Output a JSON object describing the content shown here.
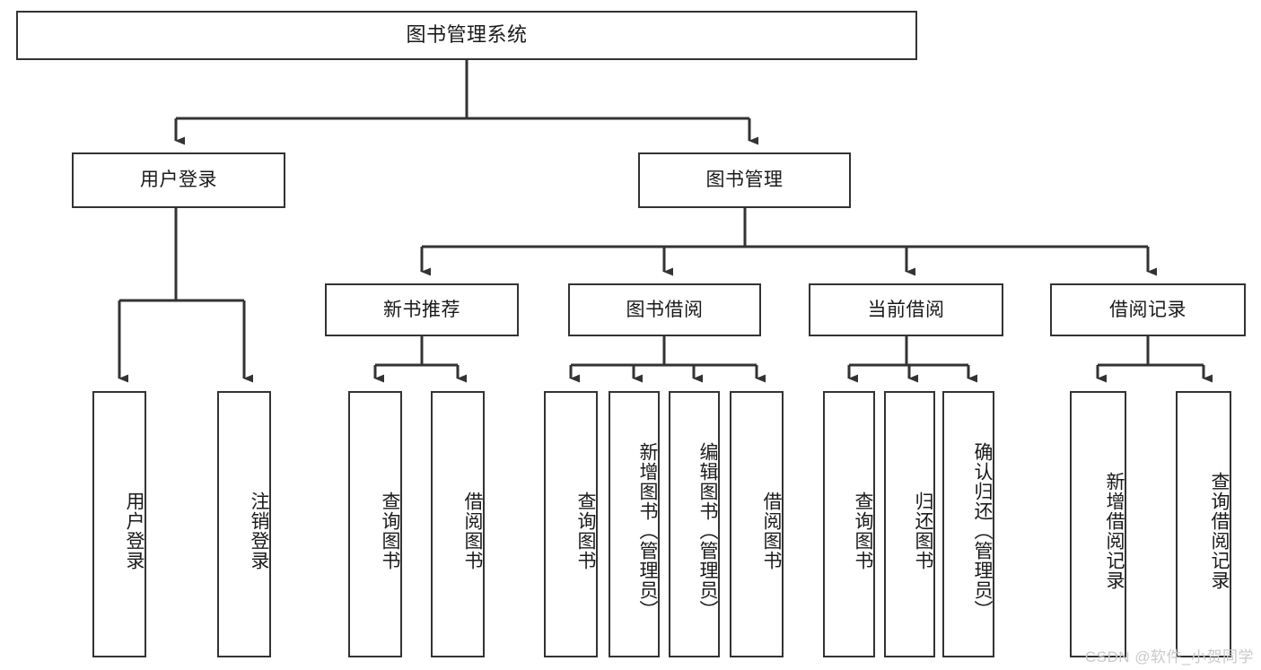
{
  "diagram": {
    "title": "图书管理系统",
    "watermark": "CSDN @软件_小贺同学",
    "colors": {
      "stroke": "#333333",
      "background": "#ffffff",
      "text": "#1a1a1a",
      "watermark": "#c9c9c9"
    },
    "root": {
      "label": "图书管理系统"
    },
    "level2": [
      {
        "label": "用户登录"
      },
      {
        "label": "图书管理"
      }
    ],
    "level3": [
      {
        "label": "新书推荐"
      },
      {
        "label": "图书借阅"
      },
      {
        "label": "当前借阅"
      },
      {
        "label": "借阅记录"
      }
    ],
    "leaves": {
      "user_login": [
        {
          "label": "用户登录"
        },
        {
          "label": "注销登录"
        }
      ],
      "new_book_recommend": [
        {
          "label": "查询图书"
        },
        {
          "label": "借阅图书"
        }
      ],
      "book_borrow": [
        {
          "label": "查询图书"
        },
        {
          "label": "新增图书（管理员）"
        },
        {
          "label": "编辑图书（管理员）"
        },
        {
          "label": "借阅图书"
        }
      ],
      "current_borrow": [
        {
          "label": "查询图书"
        },
        {
          "label": "归还图书"
        },
        {
          "label": "确认归还（管理员）"
        }
      ],
      "borrow_records": [
        {
          "label": "新增借阅记录"
        },
        {
          "label": "查询借阅记录"
        }
      ]
    }
  }
}
